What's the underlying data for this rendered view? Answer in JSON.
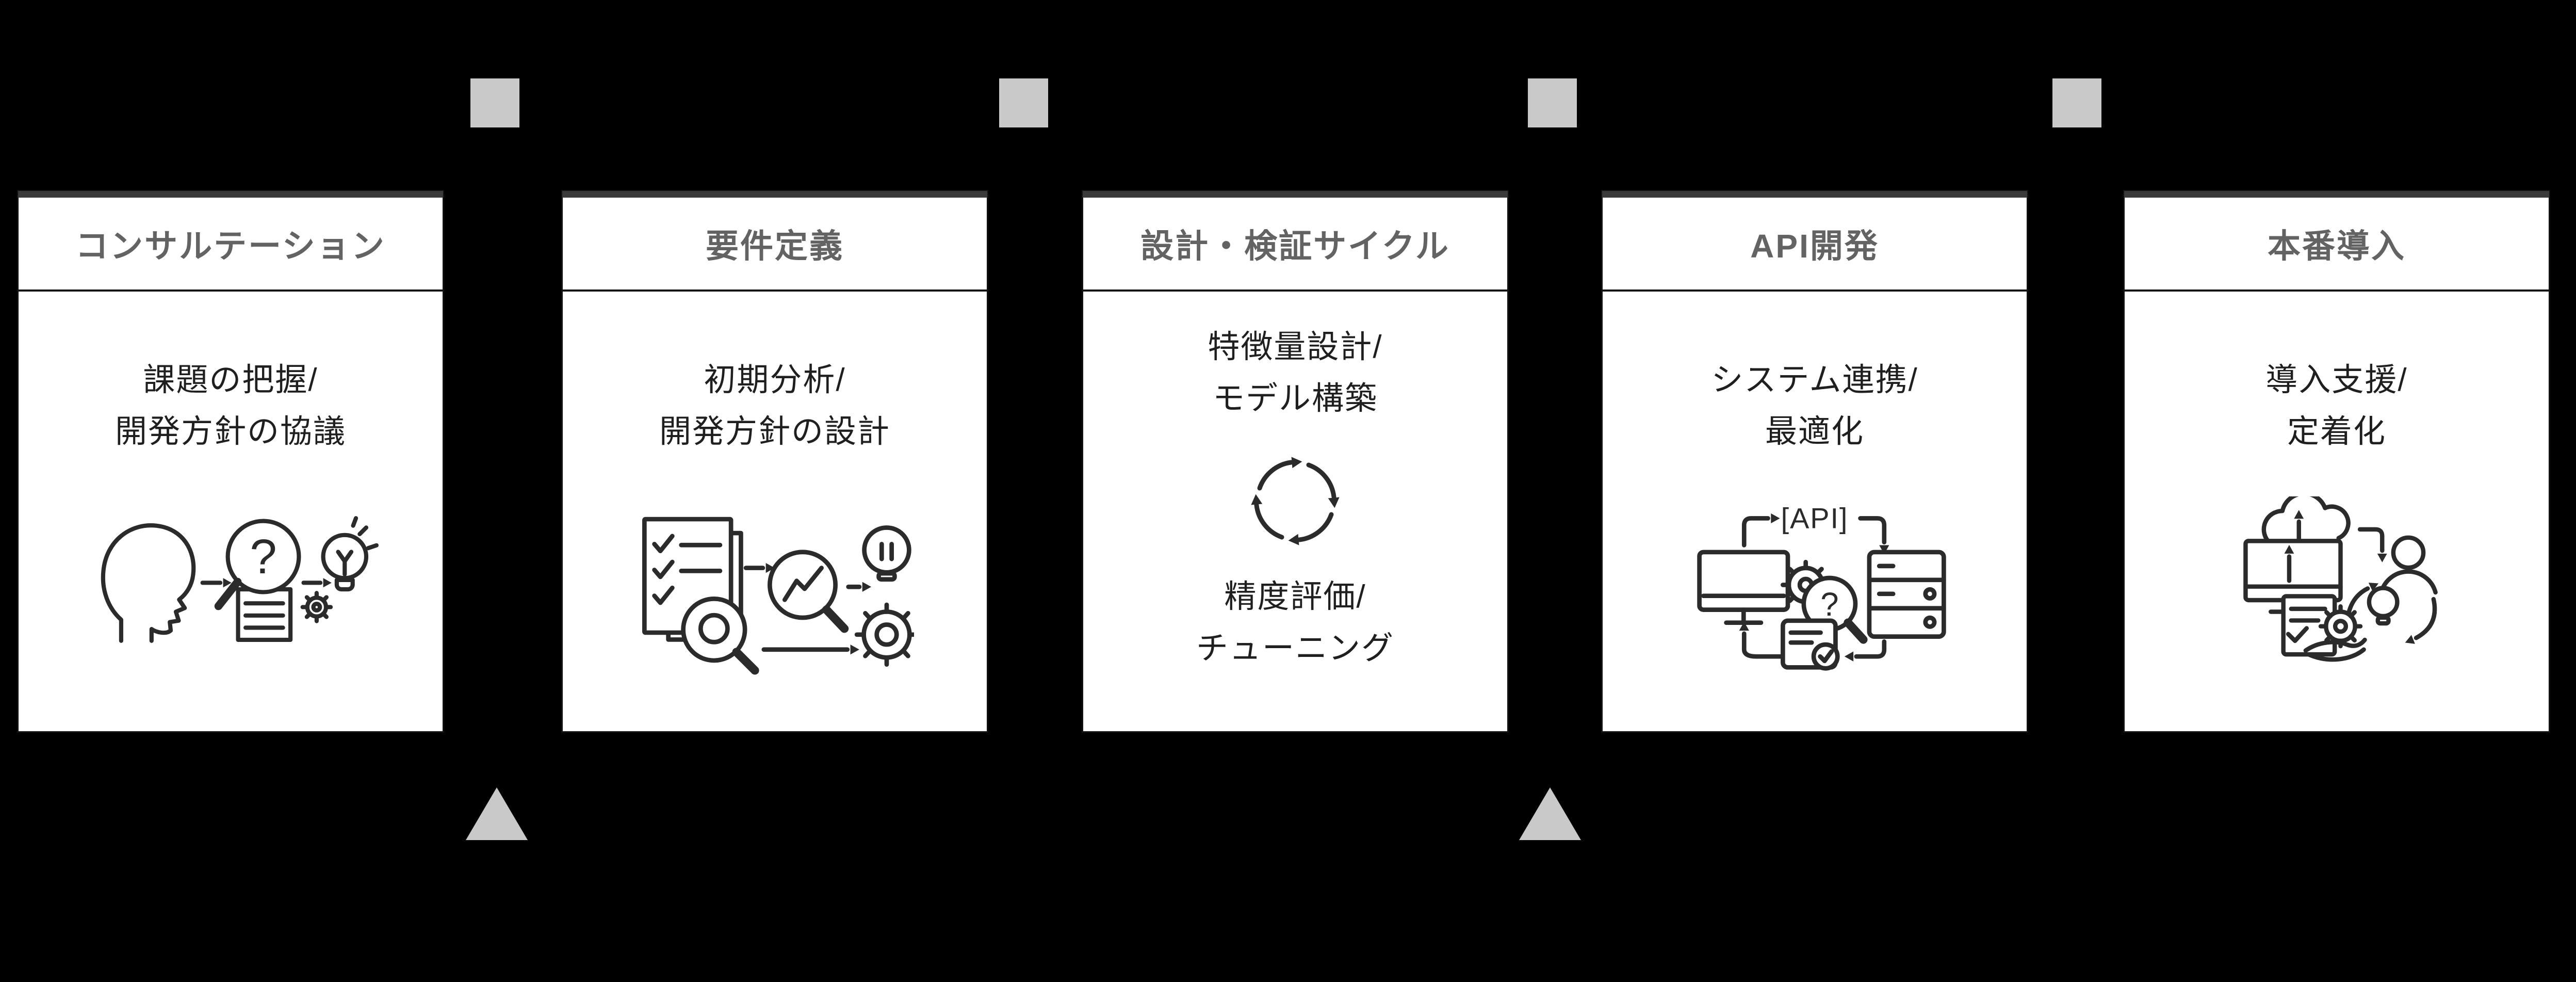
{
  "diagram": {
    "background": "#000000",
    "connector_color": "#c9c9c9",
    "box_style": {
      "top_bar_color": "#3a3a3a",
      "border_color": "#111111",
      "header_text_color": "#636363",
      "body_text_color": "#1f1f1f",
      "icon_stroke_color": "#2b2b2b"
    },
    "stages": [
      {
        "title": "コンサルテーション",
        "lines": [
          "課題の把握/",
          "開発方針の協議"
        ],
        "icon": "consultation-icon",
        "glyphs": {
          "question": "?"
        }
      },
      {
        "title": "要件定義",
        "lines": [
          "初期分析/",
          "開発方針の設計"
        ],
        "icon": "analysis-flow-icon"
      },
      {
        "title": "設計・検証サイクル",
        "lines_top": [
          "特徴量設計/",
          "モデル構築"
        ],
        "lines_bottom": [
          "精度評価/",
          "チューニング"
        ],
        "icon": "cycle-arrows-icon"
      },
      {
        "title": "API開発",
        "lines": [
          "システム連携/",
          "最適化"
        ],
        "icon": "api-integration-icon",
        "glyphs": {
          "api": "[API]",
          "question": "?"
        }
      },
      {
        "title": "本番導入",
        "lines": [
          "導入支援/",
          "定着化"
        ],
        "icon": "deployment-adoption-icon"
      }
    ],
    "connectors": {
      "top_squares": 4,
      "bottom_triangles": 2
    }
  }
}
